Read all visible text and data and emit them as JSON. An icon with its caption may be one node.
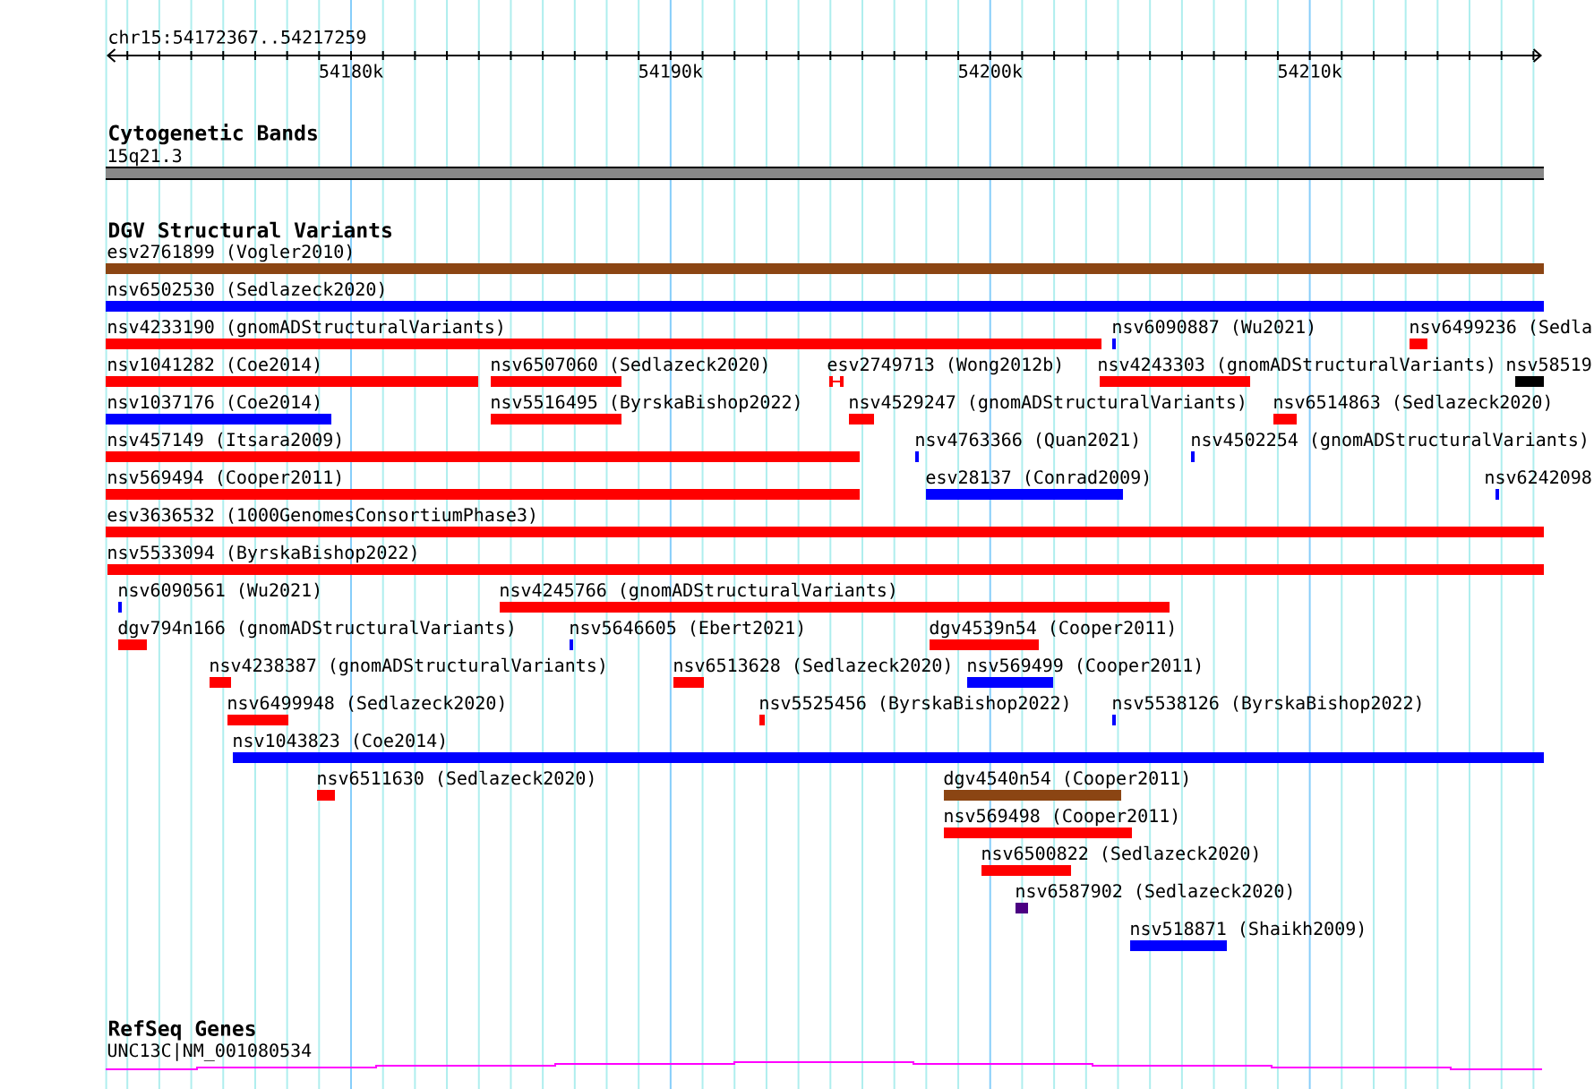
{
  "diagram": {
    "nodes": [
      {
        "text": [
          "15q21.3"
        ]
      },
      {
        "text": [
          "esv2761899 (Vogler2010)"
        ]
      },
      {
        "text": [
          "nsv6502530 (Sedlazeck2020)"
        ]
      },
      {
        "text": [
          "nsv4233190 (gnomADStructuralVariants)"
        ]
      },
      {
        "text": [
          "nsv6090887 (Wu2021)"
        ]
      },
      {
        "text": [
          "nsv6499236 (Sedla"
        ]
      },
      {
        "text": [
          "nsv1041282 (Coe2014)"
        ]
      },
      {
        "text": [
          "nsv6507060 (Sedlazeck2020)"
        ]
      },
      {
        "text": [
          "esv2749713 (Wong2012b)"
        ]
      },
      {
        "text": [
          "nsv4243303 (gnomADStructuralVariants)"
        ]
      },
      {
        "text": [
          "nsv58519"
        ]
      },
      {
        "text": [
          "nsv1037176 (Coe2014)"
        ]
      },
      {
        "text": [
          "nsv5516495 (ByrskaBishop2022)"
        ]
      },
      {
        "text": [
          "nsv4529247 (gnomADStructuralVariants)"
        ]
      },
      {
        "text": [
          "nsv6514863 (Sedlazeck2020)"
        ]
      },
      {
        "text": [
          "nsv457149 (Itsara2009)"
        ]
      },
      {
        "text": [
          "nsv4763366 (Quan2021)"
        ]
      },
      {
        "text": [
          "nsv4502254 (gnomADStructuralVariants)"
        ]
      },
      {
        "text": [
          "nsv569494 (Cooper2011)"
        ]
      },
      {
        "text": [
          "esv28137 (Conrad2009)"
        ]
      },
      {
        "text": [
          "nsv6242098"
        ]
      },
      {
        "text": [
          "esv3636532 (1000GenomesConsortiumPhase3)"
        ]
      },
      {
        "text": [
          "nsv5533094 (ByrskaBishop2022)"
        ]
      },
      {
        "text": [
          "nsv6090561 (Wu2021)"
        ]
      },
      {
        "text": [
          "nsv4245766 (gnomADStructuralVariants)"
        ]
      },
      {
        "text": [
          "dgv794n166 (gnomADStructuralVariants)"
        ]
      },
      {
        "text": [
          "nsv5646605 (Ebert2021)"
        ]
      },
      {
        "text": [
          "dgv4539n54 (Cooper2011)"
        ]
      },
      {
        "text": [
          "nsv4238387 (gnomADStructuralVariants)"
        ]
      },
      {
        "text": [
          "nsv6513628 (Sedlazeck2020)"
        ]
      },
      {
        "text": [
          "nsv569499 (Cooper2011)"
        ]
      },
      {
        "text": [
          "nsv6499948 (Sedlazeck2020)"
        ]
      },
      {
        "text": [
          "nsv5525456 (ByrskaBishop2022)"
        ]
      },
      {
        "text": [
          "nsv5538126 (ByrskaBishop2022)"
        ]
      },
      {
        "text": [
          "nsv1043823 (Coe2014)"
        ]
      },
      {
        "text": [
          "nsv6511630 (Sedlazeck2020)"
        ]
      },
      {
        "text": [
          "dgv4540n54 (Cooper2011)"
        ]
      },
      {
        "text": [
          "nsv569498 (Cooper2011)"
        ]
      },
      {
        "text": [
          "nsv6500822 (Sedlazeck2020)"
        ]
      },
      {
        "text": [
          "nsv6587902 (Sedlazeck2020)"
        ]
      },
      {
        "text": [
          "nsv518871 (Shaikh2009)"
        ]
      },
      {
        "text": [
          "UNC13C|NM_001080534"
        ]
      }
    ],
    "labels": [
      "chr15:54172367..54217259",
      "54180k",
      "54190k",
      "54200k",
      "54210k",
      "Cytogenetic Bands",
      "DGV Structural Variants",
      "RefSeq Genes"
    ]
  }
}
